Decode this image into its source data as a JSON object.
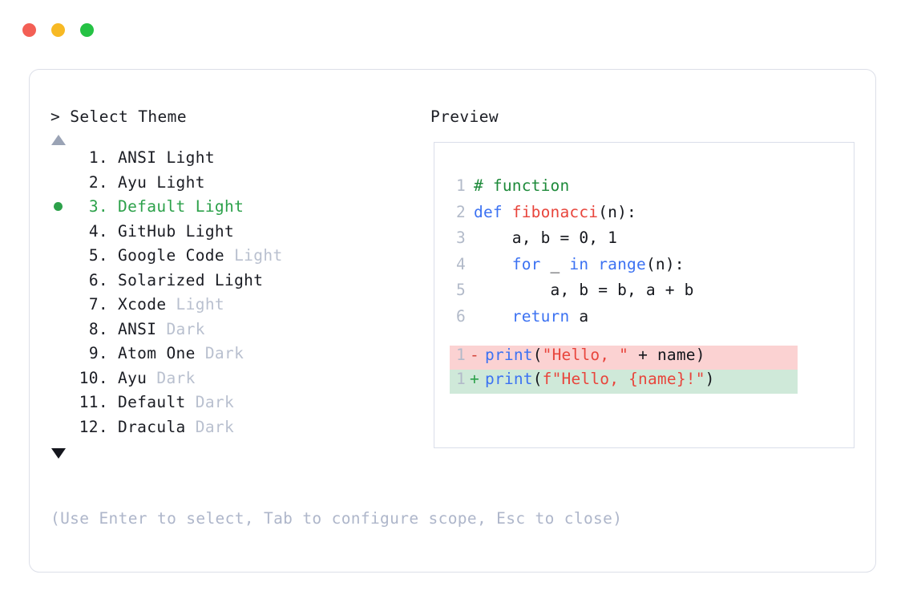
{
  "window": {
    "dots": [
      {
        "name": "close-dot",
        "color": "#f35f55"
      },
      {
        "name": "minimize-dot",
        "color": "#f7b924"
      },
      {
        "name": "maximize-dot",
        "color": "#25c244"
      }
    ]
  },
  "left_pane": {
    "prompt": "> Select Theme",
    "scroll_up_icon": "triangle-up-icon",
    "scroll_down_icon": "triangle-down-icon",
    "items": [
      {
        "index": "1.",
        "name": "ANSI",
        "variant": "Light",
        "variant_muted": false,
        "selected": false
      },
      {
        "index": "2.",
        "name": "Ayu",
        "variant": "Light",
        "variant_muted": false,
        "selected": false
      },
      {
        "index": "3.",
        "name": "Default",
        "variant": "Light",
        "variant_muted": false,
        "selected": true
      },
      {
        "index": "4.",
        "name": "GitHub",
        "variant": "Light",
        "variant_muted": false,
        "selected": false
      },
      {
        "index": "5.",
        "name": "Google Code",
        "variant": "Light",
        "variant_muted": true,
        "selected": false
      },
      {
        "index": "6.",
        "name": "Solarized",
        "variant": "Light",
        "variant_muted": false,
        "selected": false
      },
      {
        "index": "7.",
        "name": "Xcode",
        "variant": "Light",
        "variant_muted": true,
        "selected": false
      },
      {
        "index": "8.",
        "name": "ANSI",
        "variant": "Dark",
        "variant_muted": true,
        "selected": false
      },
      {
        "index": "9.",
        "name": "Atom One",
        "variant": "Dark",
        "variant_muted": true,
        "selected": false
      },
      {
        "index": "10.",
        "name": "Ayu",
        "variant": "Dark",
        "variant_muted": true,
        "selected": false
      },
      {
        "index": "11.",
        "name": "Default",
        "variant": "Dark",
        "variant_muted": true,
        "selected": false
      },
      {
        "index": "12.",
        "name": "Dracula",
        "variant": "Dark",
        "variant_muted": true,
        "selected": false
      }
    ],
    "hint": "(Use Enter to select, Tab to configure scope, Esc to close)"
  },
  "right_pane": {
    "title": "Preview",
    "code_lines": [
      {
        "ln": "1",
        "tokens": [
          {
            "t": "# function",
            "c": "tok-comment"
          }
        ]
      },
      {
        "ln": "2",
        "tokens": [
          {
            "t": "def ",
            "c": "tok-kw"
          },
          {
            "t": "fibonacci",
            "c": "tok-fn"
          },
          {
            "t": "(n):",
            "c": "tok-plain"
          }
        ]
      },
      {
        "ln": "3",
        "tokens": [
          {
            "t": "    a, b = 0, 1",
            "c": "tok-plain"
          }
        ]
      },
      {
        "ln": "4",
        "tokens": [
          {
            "t": "    ",
            "c": "tok-plain"
          },
          {
            "t": "for",
            "c": "tok-kw"
          },
          {
            "t": " _ ",
            "c": "tok-plain"
          },
          {
            "t": "in range",
            "c": "tok-kw"
          },
          {
            "t": "(n):",
            "c": "tok-plain"
          }
        ]
      },
      {
        "ln": "5",
        "tokens": [
          {
            "t": "        a, b = b, a + b",
            "c": "tok-plain"
          }
        ]
      },
      {
        "ln": "6",
        "tokens": [
          {
            "t": "    ",
            "c": "tok-plain"
          },
          {
            "t": "return",
            "c": "tok-kw"
          },
          {
            "t": " a",
            "c": "tok-plain"
          }
        ]
      }
    ],
    "diff_lines": [
      {
        "ln": "1",
        "sign": "-",
        "kind": "minus",
        "tokens": [
          {
            "t": "print",
            "c": "tok-kw"
          },
          {
            "t": "(",
            "c": "tok-plain"
          },
          {
            "t": "\"Hello, \"",
            "c": "tok-str"
          },
          {
            "t": " + name)",
            "c": "tok-plain"
          }
        ]
      },
      {
        "ln": "1",
        "sign": "+",
        "kind": "plus",
        "tokens": [
          {
            "t": "print",
            "c": "tok-kw"
          },
          {
            "t": "(",
            "c": "tok-plain"
          },
          {
            "t": "f\"Hello, {name}!\"",
            "c": "tok-str"
          },
          {
            "t": ")",
            "c": "tok-plain"
          }
        ]
      }
    ]
  },
  "colors": {
    "accent_green": "#2ca14a",
    "diff_add_bg": "#cfe9d9",
    "diff_del_bg": "#fbd2d2",
    "muted_text": "#b9c0cf",
    "hint_text": "#aeb6ca",
    "border": "#dcdfe8"
  }
}
